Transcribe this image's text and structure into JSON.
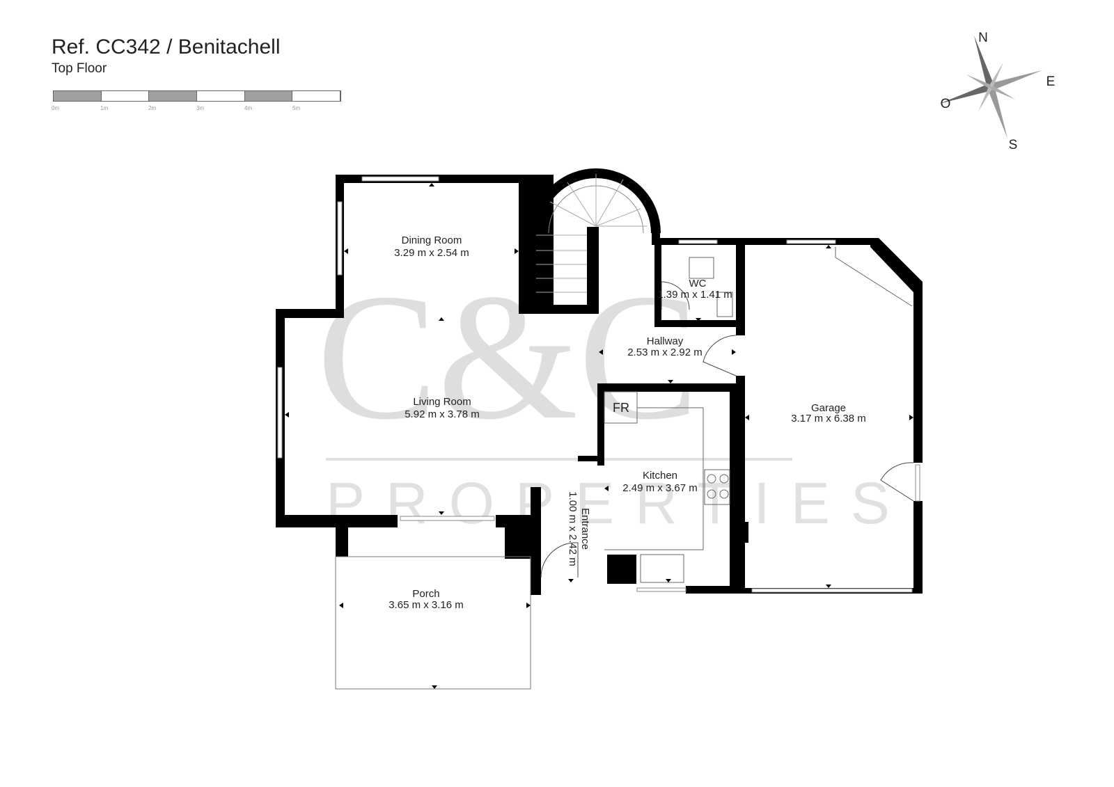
{
  "header": {
    "title": "Ref. CC342 / Benitachell",
    "subtitle": "Top Floor"
  },
  "scale_bar": {
    "labels": [
      "0m",
      "1m",
      "2m",
      "3m",
      "4m",
      "5m"
    ]
  },
  "compass": {
    "n": "N",
    "e": "E",
    "s": "S",
    "o": "O"
  },
  "watermark": {
    "logo": "C&C",
    "text": "PROPERTIES"
  },
  "rooms": {
    "dining": {
      "name": "Dining Room",
      "size": "3.29 m x 2.54 m"
    },
    "living": {
      "name": "Living Room",
      "size": "5.92 m x 3.78 m"
    },
    "wc": {
      "name": "WC",
      "size": "1.39 m x 1.41 m"
    },
    "hallway": {
      "name": "Hallway",
      "size": "2.53 m x 2.92 m"
    },
    "garage": {
      "name": "Garage",
      "size": "3.17 m x 6.38 m"
    },
    "kitchen": {
      "name": "Kitchen",
      "size": "2.49 m x 3.67 m"
    },
    "entrance": {
      "name": "Entrance",
      "size": "1.00 m x 2.42 m"
    },
    "porch": {
      "name": "Porch",
      "size": "3.65 m x 3.16 m"
    },
    "fridge": {
      "name": "FR"
    }
  },
  "colors": {
    "wall": "#000000",
    "watermark": "#d6d6d6",
    "text": "#222222"
  }
}
